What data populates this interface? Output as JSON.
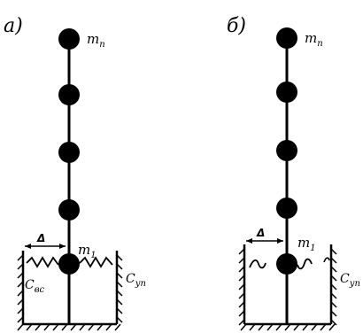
{
  "panels": [
    {
      "letter": "а)",
      "top_mass": {
        "base": "m",
        "sub": "n"
      },
      "bottom_mass": {
        "base": "m",
        "sub": "1"
      },
      "delta": "Δ",
      "spring_left": {
        "base": "C",
        "sub": "вс"
      },
      "spring_right": {
        "base": "C",
        "sub": "уп"
      }
    },
    {
      "letter": "б)",
      "top_mass": {
        "base": "m",
        "sub": "n"
      },
      "bottom_mass": {
        "base": "m",
        "sub": "1"
      },
      "delta": "Δ",
      "spring_right": {
        "base": "C",
        "sub": "уп"
      }
    }
  ],
  "colors": {
    "ink": "#000000",
    "background": "#ffffff"
  }
}
